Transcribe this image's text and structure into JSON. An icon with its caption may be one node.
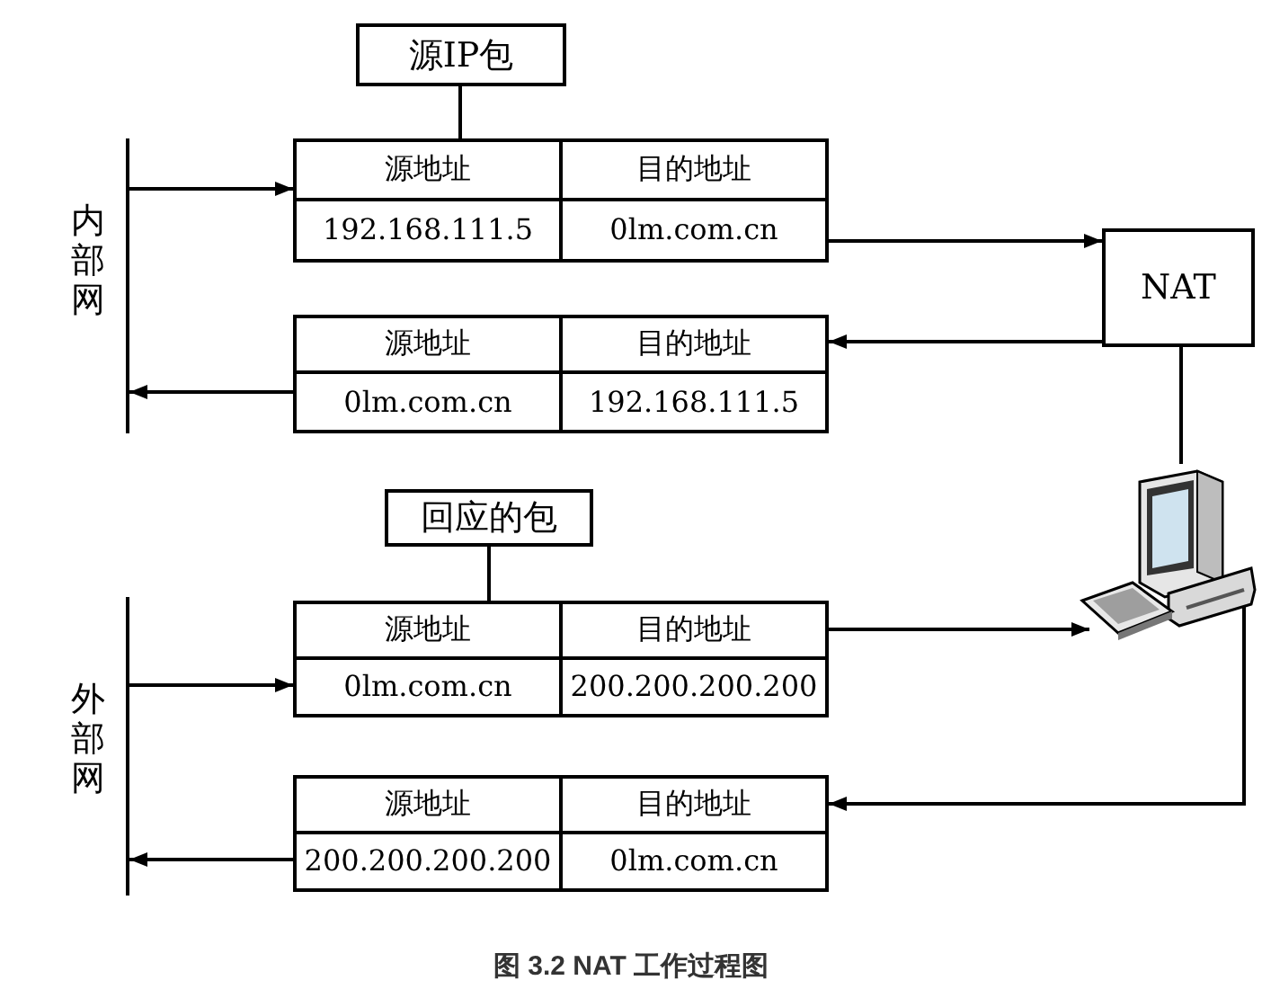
{
  "diagram": {
    "caption": "图 3.2 NAT 工作过程图",
    "nodes": [
      {
        "text": [
          "源IP包"
        ]
      },
      {
        "text": [],
        "shape": "bar",
        "beside": [
          "内部网"
        ]
      },
      {
        "text": [
          "源地址",
          "目的地址",
          "192.168.111.5",
          "0lm.com.cn"
        ]
      },
      {
        "text": [
          "NAT"
        ]
      },
      {
        "text": [
          "源地址",
          "目的地址",
          "0lm.com.cn",
          "192.168.111.5"
        ]
      },
      {
        "text": [
          "回应的包"
        ]
      },
      {
        "text": [],
        "shape": "picture"
      },
      {
        "text": [],
        "shape": "bar",
        "beside": [
          "外部网"
        ]
      },
      {
        "text": [
          "源地址",
          "目的地址",
          "0lm.com.cn",
          "200.200.200.200"
        ]
      },
      {
        "text": [
          "源地址",
          "目的地址",
          "200.200.200.200",
          "0lm.com.cn"
        ]
      }
    ],
    "edges": [
      {
        "from": 0,
        "to": 2,
        "arrow": "none"
      },
      {
        "from": 1,
        "to": 2,
        "arrow": "to"
      },
      {
        "from": 2,
        "to": 3,
        "arrow": "to"
      },
      {
        "from": 3,
        "to": 4,
        "arrow": "to"
      },
      {
        "from": 4,
        "to": 1,
        "arrow": "to"
      },
      {
        "from": 3,
        "to": 6,
        "arrow": "none"
      },
      {
        "from": 5,
        "to": 8,
        "arrow": "none"
      },
      {
        "from": 7,
        "to": 8,
        "arrow": "to"
      },
      {
        "from": 8,
        "to": 6,
        "arrow": "to"
      },
      {
        "from": 6,
        "to": 9,
        "arrow": "to"
      },
      {
        "from": 9,
        "to": 7,
        "arrow": "to"
      }
    ]
  }
}
